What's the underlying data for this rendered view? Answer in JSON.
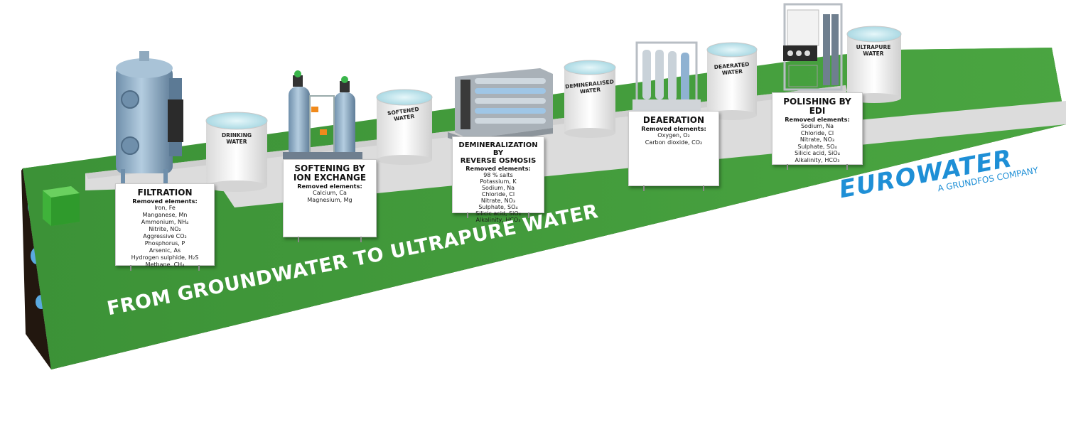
{
  "banner": "FROM GROUNDWATER TO ULTRAPURE WATER",
  "logo": {
    "word": "EUROWATER",
    "tagline": "A GRUNDFOS COMPANY"
  },
  "colors": {
    "grass": "#3f9a3a",
    "soil": "#3a2a1e",
    "path": "#dcdcdc",
    "brand_blue": "#1e8fd6",
    "tank_water": "#bfe6ee"
  },
  "tanks": {
    "drinking": "DRINKING WATER",
    "softened": "SOFTENED WATER",
    "demineralised": "DEMINERALISED WATER",
    "deaerated": "DEAERATED WATER",
    "ultrapure": "ULTRAPURE WATER"
  },
  "stages": {
    "filtration": {
      "title": "FILTRATION",
      "subtitle": "Removed elements:",
      "items": [
        "Iron, Fe",
        "Manganese, Mn",
        "Ammonium, NH₄",
        "Nitrite, NO₂",
        "Aggressive CO₂",
        "Phosphorus, P",
        "Arsenic, As",
        "Hydrogen sulphide, H₂S",
        "Methane, CH₄"
      ]
    },
    "softening": {
      "title_line1": "SOFTENING BY",
      "title_line2": "ION EXCHANGE",
      "subtitle": "Removed elements:",
      "items": [
        "Calcium, Ca",
        "Magnesium, Mg"
      ]
    },
    "ro": {
      "title_line1": "DEMINERALIZATION BY",
      "title_line2": "REVERSE OSMOSIS",
      "subtitle": "Removed elements:",
      "items": [
        "98 % salts",
        "Potassium, K",
        "Sodium, Na",
        "Chloride, Cl",
        "Nitrate, NO₃",
        "Sulphate, SO₄",
        "Silicic acid, SiO₄",
        "Alkalinity, HCO₃"
      ]
    },
    "deaeration": {
      "title": "DEAERATION",
      "subtitle": "Removed elements:",
      "items": [
        "Oxygen, O₂",
        "Carbon dioxide, CO₂"
      ]
    },
    "edi": {
      "title": "POLISHING BY EDI",
      "subtitle": "Removed elements:",
      "items": [
        "Sodium, Na",
        "Chloride, Cl",
        "Nitrate, NO₃",
        "Sulphate, SO₄",
        "Silicic acid, SiO₄",
        "Alkalinity, HCO₃"
      ]
    }
  }
}
